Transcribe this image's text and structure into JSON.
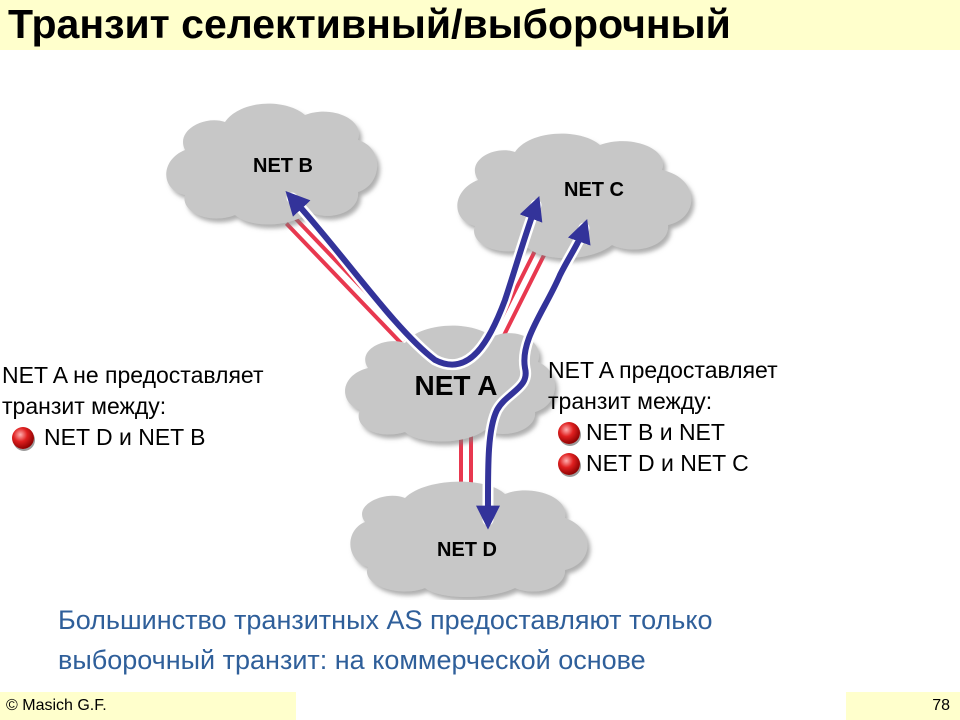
{
  "title": "Транзит селективный/выборочный",
  "nodes": {
    "net_a": "NET A",
    "net_b": "NET B",
    "net_c": "NET C",
    "net_d": "NET D"
  },
  "left_note": {
    "line1": "NET A не предоставляет",
    "line2": "транзит между:",
    "bullets": [
      "NET D и NET B"
    ]
  },
  "right_note": {
    "line1": "NET A предоставляет",
    "line2": "транзит между:",
    "bullets": [
      "NET B и NET",
      "NET D и NET C"
    ]
  },
  "summary": {
    "line1": "Большинство транзитных AS предоставляют только",
    "line2": "выборочный транзит: на коммерческой основе"
  },
  "footer": {
    "copyright": "© Masich G.F.",
    "page_number": "78"
  },
  "colors": {
    "link": "#e8384f",
    "path": "#33339a",
    "cloud": "#c7c7c7",
    "summary_text": "#2f5f9a",
    "band": "#ffffcc"
  }
}
